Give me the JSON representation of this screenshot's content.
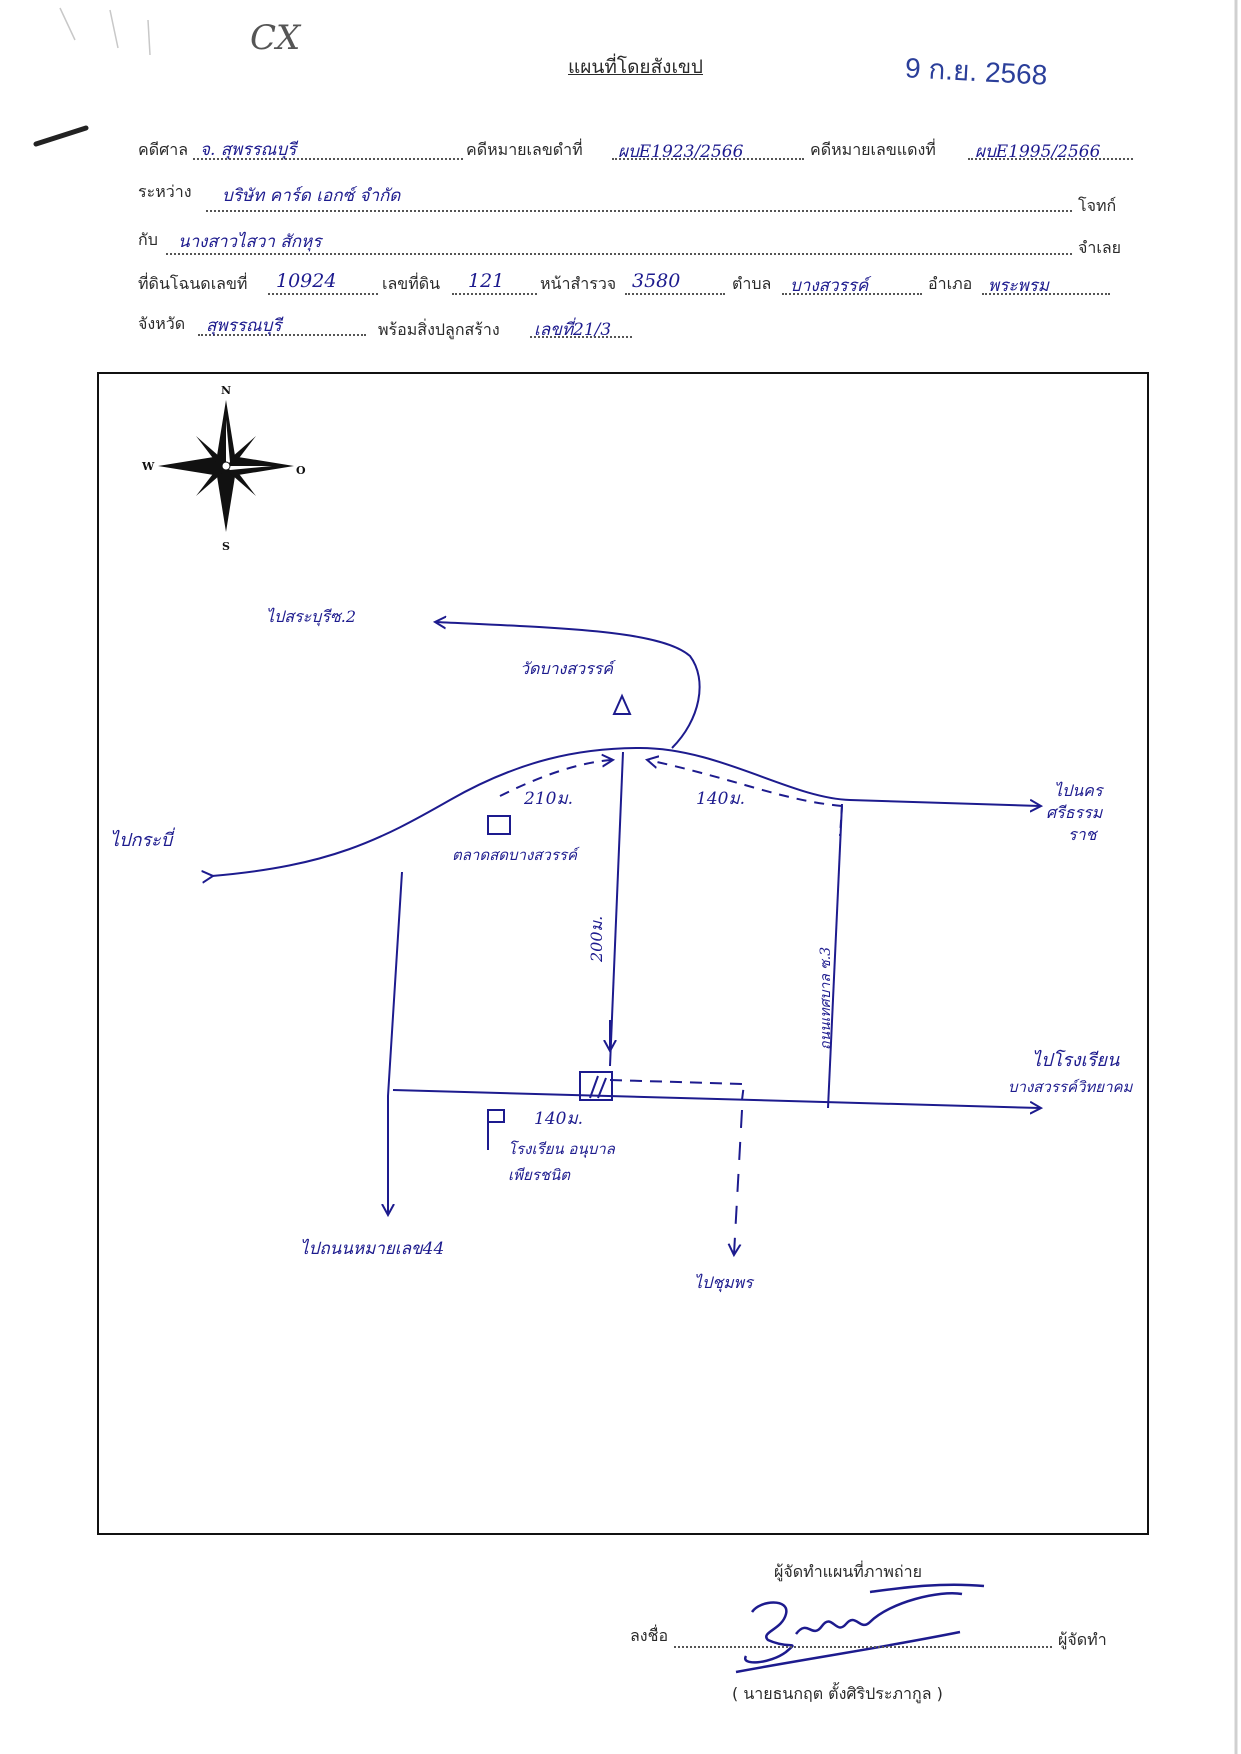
{
  "header": {
    "scribble": "CX",
    "title": "แผนที่โดยสังเขป",
    "stamp_date": "9 ก.ย. 2568"
  },
  "form": {
    "court_label": "คดีศาล",
    "court_value": "จ. สุพรรณบุรี",
    "black_case_label": "คดีหมายเลขดำที่",
    "black_case_value": "ผบE1923/2566",
    "red_case_label": "คดีหมายเลขแดงที่",
    "red_case_value": "ผบE1995/2566",
    "between_label": "ระหว่าง",
    "between_value": "บริษัท คาร์ด เอกซ์ จำกัด",
    "plaintiff_label": "โจทก์",
    "with_label": "กับ",
    "with_value": "นางสาวไสวา สักหุร",
    "defendant_label": "จำเลย",
    "deed_label": "ที่ดินโฉนดเลขที่",
    "deed_value": "10924",
    "land_no_label": "เลขที่ดิน",
    "land_no_value": "121",
    "survey_page_label": "หน้าสำรวจ",
    "survey_page_value": "3580",
    "subdistrict_label": "ตำบล",
    "subdistrict_value": "บางสวรรค์",
    "district_label": "อำเภอ",
    "district_value": "พระพรม",
    "province_label": "จังหวัด",
    "province_value": "สุพรรณบุรี",
    "building_label": "พร้อมสิ่งปลูกสร้าง",
    "building_value": "เลขที่21/3"
  },
  "map": {
    "compass": {
      "n": "N",
      "s": "S",
      "w": "W",
      "e": "O"
    },
    "labels": {
      "to_soi2": "ไปสระบุรีซ.2",
      "temple": "วัดบางสวรรค์",
      "to_west": "ไปกระบี่",
      "to_east_line1": "ไปนคร",
      "to_east_line2": "ศรีธรรม",
      "to_east_line3": "ราช",
      "dist_210": "210ม.",
      "dist_140_top": "140ม.",
      "market": "ตลาดสดบางสวรรค์",
      "dist_200": "200ม.",
      "road_soi3": "ถนนเทศบาล ซ.3",
      "to_school_line1": "ไปโรงเรียน",
      "to_school_line2": "บางสวรรค์วิทยาคม",
      "dist_140_bottom": "140ม.",
      "school_line1": "โรงเรียน อนุบาล",
      "school_line2": "เพียรชนิต",
      "to_highway": "ไปถนนหมายเลข44",
      "to_chumphon": "ไปชุมพร"
    }
  },
  "footer": {
    "maker_label": "ผู้จัดทำแผนที่ภาพถ่าย",
    "sign_label": "ลงชื่อ",
    "signer_role": "ผู้จัดทำ",
    "signer_name": "( นายธนกฤต ตั้งศิริประภากูล )"
  }
}
